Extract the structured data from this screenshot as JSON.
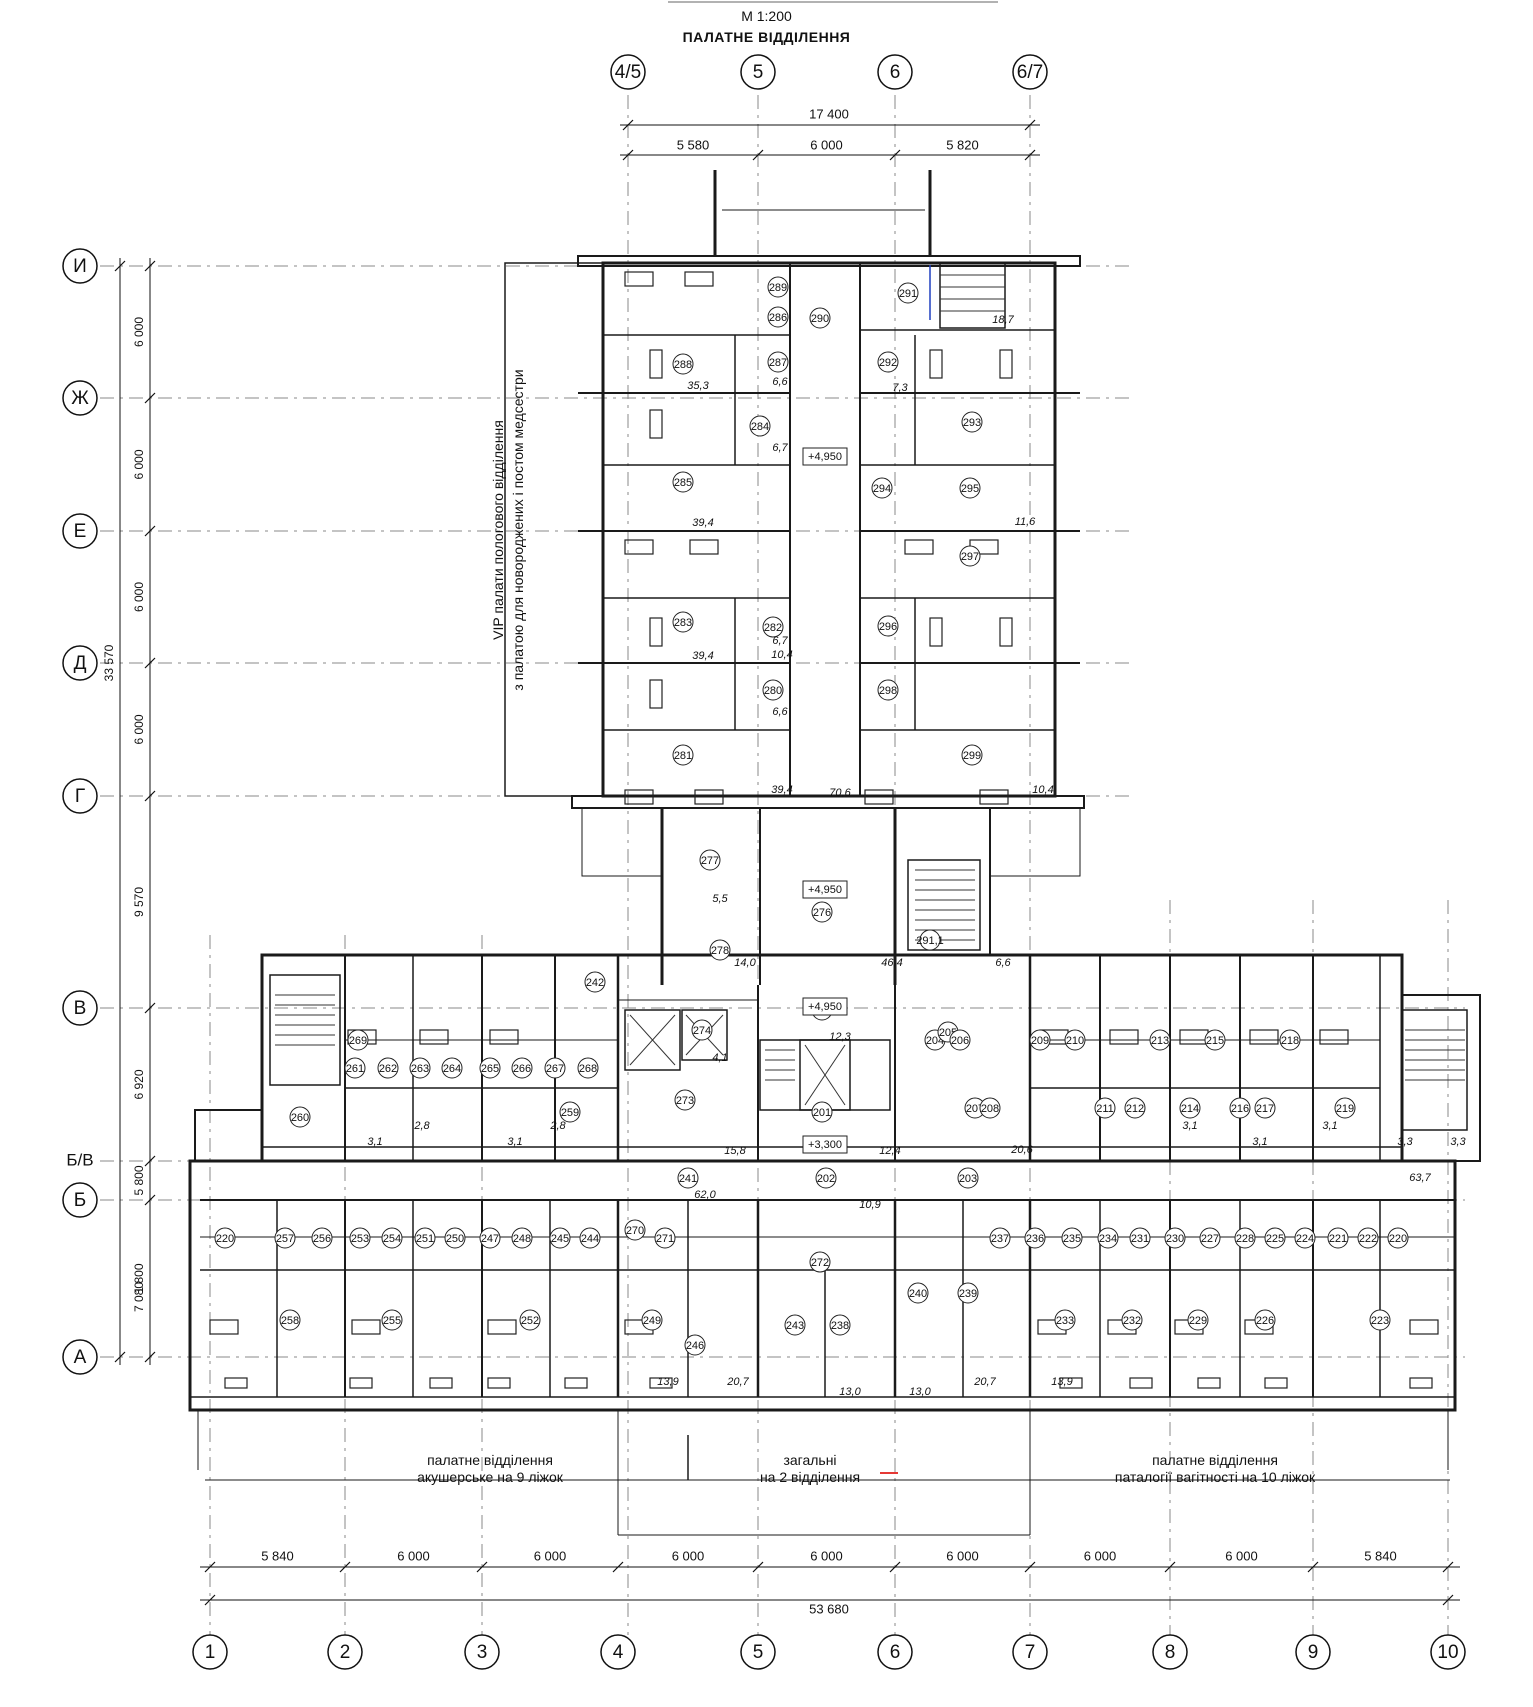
{
  "header": {
    "scale": "М 1:200",
    "title": "ПАЛАТНЕ ВІДДІЛЕННЯ"
  },
  "top_axes": [
    "4/5",
    "5",
    "6",
    "6/7"
  ],
  "top_dims": {
    "total": "17 400",
    "parts": [
      "5 580",
      "6 000",
      "5 820"
    ]
  },
  "bottom_axes": [
    "1",
    "2",
    "3",
    "4",
    "5",
    "6",
    "7",
    "8",
    "9",
    "10"
  ],
  "bottom_dims": {
    "parts": [
      "5 840",
      "6 000",
      "6 000",
      "6 000",
      "6 000",
      "6 000",
      "6 000",
      "6 000",
      "5 840"
    ],
    "total": "53 680"
  },
  "left_axes": [
    "И",
    "Ж",
    "Е",
    "Д",
    "Г",
    "В",
    "Б/В",
    "Б",
    "А"
  ],
  "left_dims": {
    "parts": [
      "6 000",
      "6 000",
      "6 000",
      "6 000",
      "9 570",
      "6 920",
      "5 800",
      "1 800",
      "7 080"
    ],
    "total": "33 570"
  },
  "side_note": [
    "VIP палати пологового відділення",
    "з палатою для новороджених і постом медсестри"
  ],
  "captions": {
    "left": [
      "палатне відділення",
      "акушерське на 9 ліжок"
    ],
    "center": [
      "загальні",
      "на 2 відділення"
    ],
    "right": [
      "палатне відділення",
      "паталогії вагітності на 10 ліжок"
    ]
  },
  "levels": [
    "+4,950",
    "+4,950",
    "+4,950",
    "+3,300"
  ],
  "room_numbers_tower_left": [
    "289",
    "286",
    "288",
    "284",
    "285",
    "283",
    "282",
    "281",
    "287",
    "280"
  ],
  "room_numbers_tower_right": [
    "290",
    "291",
    "292",
    "293",
    "294",
    "295",
    "297",
    "296",
    "298",
    "299"
  ],
  "room_numbers_neck": [
    "277",
    "278",
    "276",
    "291,1"
  ],
  "room_numbers_north": [
    "260",
    "261",
    "262",
    "263",
    "264",
    "265",
    "266",
    "267",
    "268",
    "269",
    "259",
    "242",
    "273",
    "274",
    "275",
    "201",
    "204",
    "205",
    "206",
    "207",
    "208",
    "209",
    "210",
    "211",
    "212",
    "213",
    "214",
    "215",
    "216",
    "217",
    "218",
    "219"
  ],
  "room_numbers_corridor": [
    "241",
    "202",
    "203"
  ],
  "room_numbers_south": [
    "220",
    "257",
    "256",
    "253",
    "254",
    "251",
    "250",
    "247",
    "248",
    "245",
    "244",
    "270",
    "271",
    "258",
    "255",
    "252",
    "249",
    "246",
    "272",
    "243",
    "238",
    "240",
    "239",
    "237",
    "236",
    "235",
    "234",
    "231",
    "230",
    "227",
    "228",
    "225",
    "224",
    "221",
    "222",
    "220",
    "233",
    "232",
    "229",
    "226",
    "223"
  ],
  "areas": [
    "35,3",
    "6,6",
    "6,7",
    "39,4",
    "39,4",
    "6,7",
    "6,6",
    "39,4",
    "70,6",
    "18,7",
    "7,3",
    "11,6",
    "10,4",
    "10,4",
    "5,5",
    "14,0",
    "46,4",
    "6,6",
    "12,3",
    "4,1",
    "15,8",
    "12,4",
    "20,6",
    "63,7",
    "62,0",
    "10,9",
    "13,9",
    "20,7",
    "13,0",
    "13,0",
    "20,7",
    "13,9",
    "3,3",
    "3,1",
    "3,1",
    "3,1",
    "2,8",
    "2,8",
    "3,1",
    "3,1",
    "3,3"
  ],
  "colors": {
    "line": "#1a1a1a",
    "axis": "#6e6e6e",
    "accent_red": "#e53935",
    "accent_blue": "#1f3fbf"
  }
}
